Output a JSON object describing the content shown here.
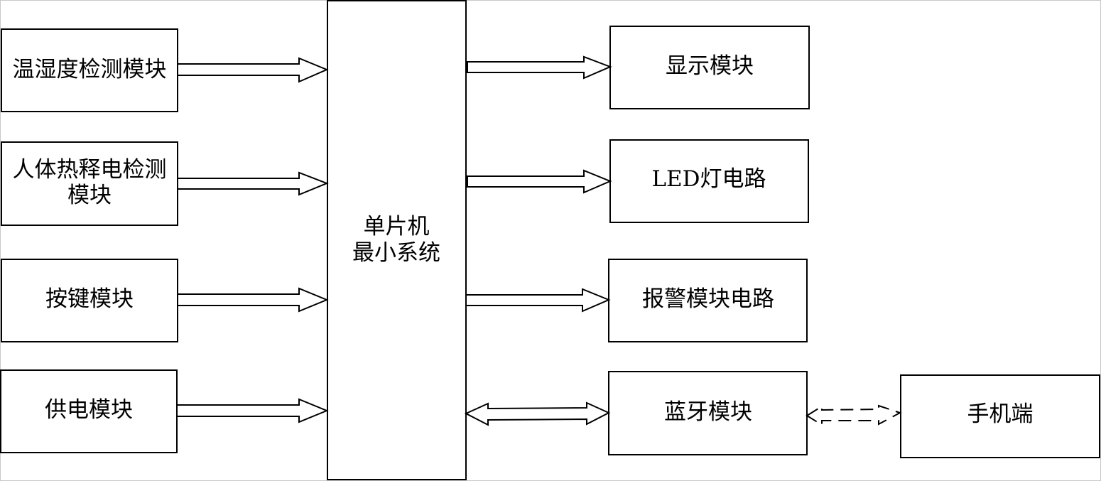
{
  "diagram": {
    "mcu": {
      "line1": "单片机",
      "line2": "最小系统"
    },
    "inputs": {
      "temp_humidity": "温湿度检测模块",
      "pir": {
        "line1": "人体热释电检测",
        "line2": "模块"
      },
      "keys": "按键模块",
      "power": "供电模块"
    },
    "outputs": {
      "display": "显示模块",
      "led": "LED灯电路",
      "alarm": "报警模块电路",
      "bluetooth": "蓝牙模块"
    },
    "phone": "手机端",
    "colors": {
      "stroke": "#000000",
      "fill": "#ffffff"
    }
  }
}
